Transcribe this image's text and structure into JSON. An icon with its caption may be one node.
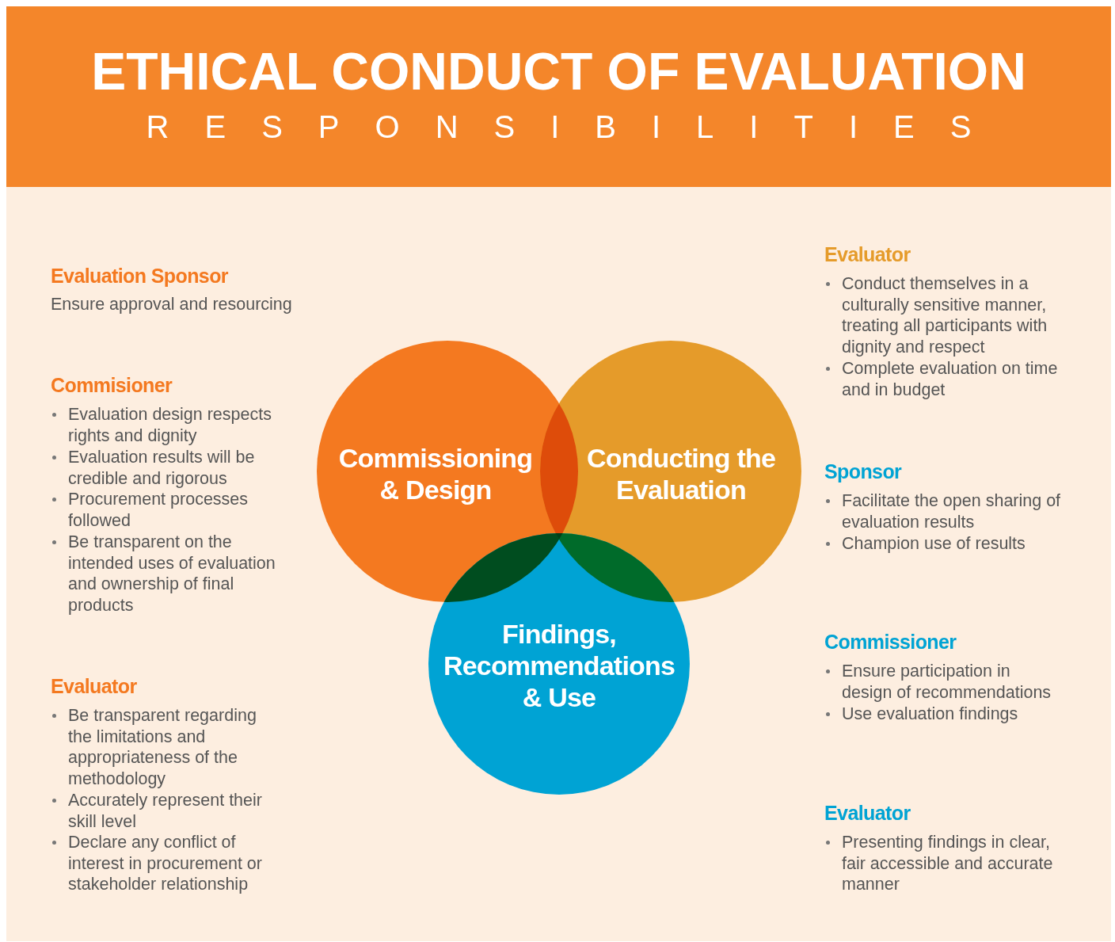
{
  "diagram": {
    "title": "ETHICAL CONDUCT OF EVALUATION",
    "nodes": [
      {
        "text": [
          "Commissioning & Design"
        ]
      },
      {
        "text": [
          "Conducting the Evaluation"
        ]
      },
      {
        "text": [
          "Findings, Recommendations & Use"
        ]
      }
    ],
    "labels": [
      "RESPONSIBILITIES",
      "Evaluation Sponsor",
      "Ensure approval and resourcing",
      "Commisioner",
      "Evaluation design respects rights and dignity",
      "Evaluation results will be credible and rigorous",
      "Procurement processes followed",
      "Be transparent on the intended uses of evaluation and ownership of final products",
      "Evaluator",
      "Be transparent regarding the limitations and appropriateness of the methodology",
      "Accurately represent their skill level",
      "Declare any conflict of interest in procurement or stakeholder relationship",
      "Evaluator",
      "Conduct themselves in a culturally sensitive manner, treating all participants with dignity and respect",
      "Complete evaluation on time and in budget",
      "Sponsor",
      "Facilitate the open sharing of evaluation results",
      "Champion use of results",
      "Commissioner",
      "Ensure participation in design of recommendations",
      "Use evaluation findings",
      "Evaluator",
      "Presenting findings in clear, fair accessible and accurate manner"
    ]
  }
}
